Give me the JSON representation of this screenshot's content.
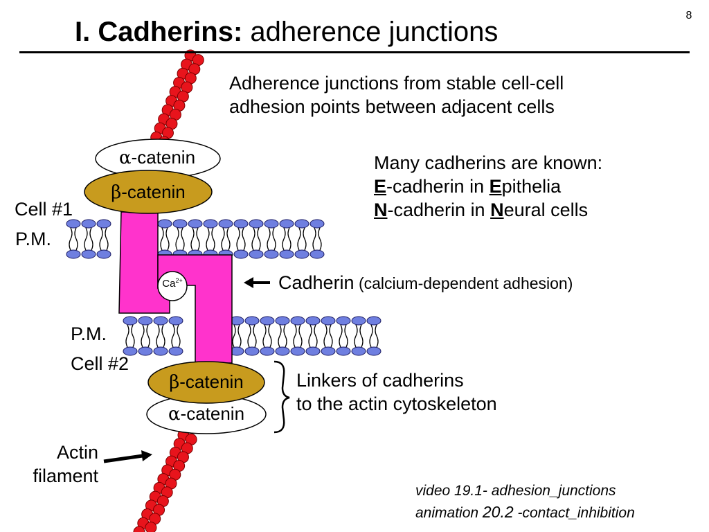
{
  "page_number": "8",
  "title": {
    "bold": "I. Cadherins:",
    "rest": " adherence junctions"
  },
  "intro": [
    "Adherence junctions from stable cell-cell",
    "adhesion points between adjacent cells"
  ],
  "known": {
    "heading": "Many cadherins are known:",
    "e_letter": "E",
    "e_mid": "-cadherin in ",
    "e_letter2": "E",
    "e_end": "pithelia",
    "n_letter": "N",
    "n_mid": "-cadherin in ",
    "n_letter2": "N",
    "n_end": "eural cells"
  },
  "labels": {
    "cell1": "Cell #1",
    "pm1": "P.M.",
    "pm2": "P.M.",
    "cell2": "Cell #2",
    "cadherin_main": "Cadherin",
    "cadherin_sub": " (calcium-dependent adhesion)",
    "linkers": [
      "Linkers of cadherins",
      "to the actin cytoskeleton"
    ],
    "actin": [
      "Actin",
      "filament"
    ]
  },
  "catenins": {
    "alpha_symbol": "α",
    "alpha_text": "-catenin",
    "beta_symbol": "β",
    "beta_text": "-catenin"
  },
  "calcium": {
    "base": "Ca",
    "charge": "2+"
  },
  "video_note": {
    "line1": "video 19.1- adhesion_junctions",
    "line2_a": "animation ",
    "line2_b": "20.2",
    "line2_c": " -contact_inhibition"
  },
  "colors": {
    "actin_bead": "#e8141c",
    "cadherin": "#ff33cc",
    "beta_catenin": "#c89b1e",
    "lipid_head": "#6f7fe0",
    "background": "#ffffff"
  }
}
